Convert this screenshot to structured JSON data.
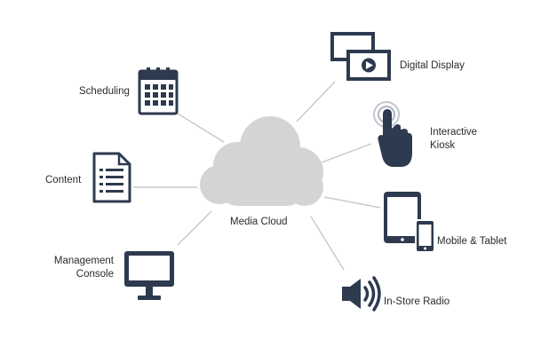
{
  "center": {
    "label": "Media Cloud"
  },
  "nodes": {
    "scheduling": {
      "label": "Scheduling",
      "icon": "calendar-icon"
    },
    "content": {
      "label": "Content",
      "icon": "document-icon"
    },
    "management": {
      "label_line1": "Management",
      "label_line2": "Console",
      "icon": "monitor-icon"
    },
    "digital_display": {
      "label": "Digital Display",
      "icon": "display-screens-icon"
    },
    "kiosk": {
      "label_line1": "Interactive",
      "label_line2": "Kiosk",
      "icon": "touch-hand-icon"
    },
    "mobile": {
      "label": "Mobile & Tablet",
      "icon": "tablet-phone-icon"
    },
    "radio": {
      "label": "In-Store Radio",
      "icon": "speaker-icon"
    }
  },
  "colors": {
    "icon": "#2d3a4f",
    "cloud": "#d4d4d6",
    "connector": "#c8c8c8",
    "text": "#2b2b2b"
  }
}
